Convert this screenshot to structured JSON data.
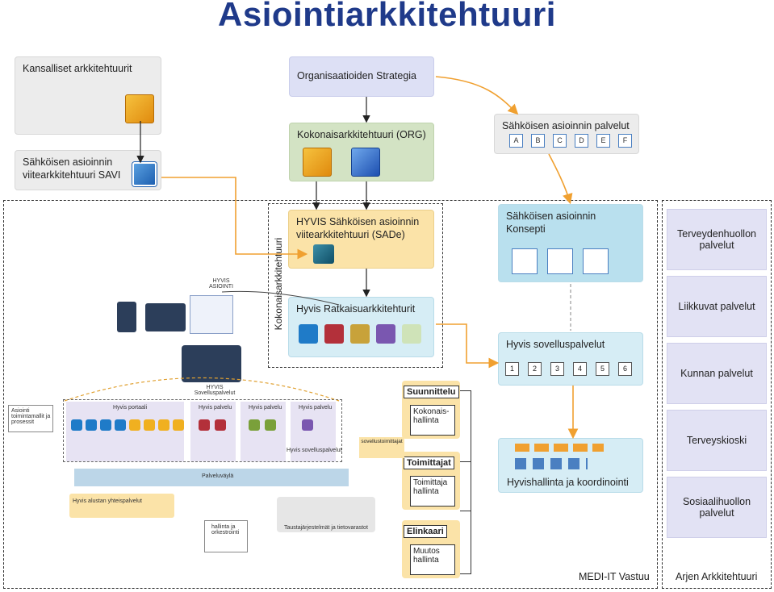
{
  "title": "Asiointiarkkitehtuuri",
  "boxes": {
    "kansalliset": "Kansalliset arkkitehtuurit",
    "savi_line1": "Sähköisen asioinnin",
    "savi_line2": "viitearkkitehtuuri SAVI",
    "strategia": "Organisaatioiden Strategia",
    "kokonais_org": "Kokonaisarkkitehtuuri (ORG)",
    "palvelut": "Sähköisen asioinnin palvelut",
    "hyvis_sade_line1": "HYVIS Sähköisen asioinnin",
    "hyvis_sade_line2": "viitearkkitehtuuri (SADe)",
    "ratkaisu": "Hyvis Ratkaisuarkkitehturit",
    "konsepti_line1": "Sähköisen asioinnin",
    "konsepti_line2": "Konsepti",
    "sovelluspalvelut": "Hyvis sovelluspalvelut",
    "hallinta": "Hyvishallinta ja koordinointi",
    "kokonais_vertical": "Kokonaisarkkitehtuuri"
  },
  "letters": [
    "A",
    "B",
    "C",
    "D",
    "E",
    "F"
  ],
  "numbers": [
    "1",
    "2",
    "3",
    "4",
    "5",
    "6"
  ],
  "right_column": [
    "Terveydenhuollon palvelut",
    "Liikkuvat palvelut",
    "Kunnan palvelut",
    "Terveyskioski",
    "Sosiaalihuollon palvelut"
  ],
  "footer": {
    "medi": "MEDI-IT Vastuu",
    "arjen": "Arjen Arkkitehtuuri"
  },
  "process": {
    "suunnittelu": "Suunnittelu",
    "kokonaishallinta": "Kokonais-hallinta",
    "toimittajat": "Toimittajat",
    "toimittajahallinta": "Toimittaja hallinta",
    "elinkaari": "Elinkaari",
    "muutoshallinta": "Muutos hallinta",
    "sovellustoimittajat": "sovellustoimittajat"
  },
  "diagram": {
    "hyvis_asiointi": "HYVIS ASIOINTI",
    "hyvis_sovelluspalvelut": "HYVIS Sovelluspalvelut",
    "asiointi_toiminta": "Asiointi toimintamallit ja prosessit",
    "hyvis_portaali": "Hyvis portaali",
    "hyvis_palvelu_1": "Hyvis palvelu",
    "hyvis_palvelu_2": "Hyvis palvelu",
    "hyvis_palvelu_3": "Hyvis palvelu",
    "hyvis_sovelluspalvelut_small": "Hyvis sovelluspalvelut",
    "palveluvayla": "Palveluväylä",
    "yhteispalvelut": "Hyvis alustan yhteispalvelut",
    "taustajarjestelmat": "Taustajärjestelmät ja tietovarastot",
    "hallinta_orkestrointi": "hallinta ja orkestrointi"
  },
  "colors": {
    "title": "#1f3a8a",
    "orange_arrow": "#f0a030",
    "accent_blue": "#2b6cb0"
  }
}
